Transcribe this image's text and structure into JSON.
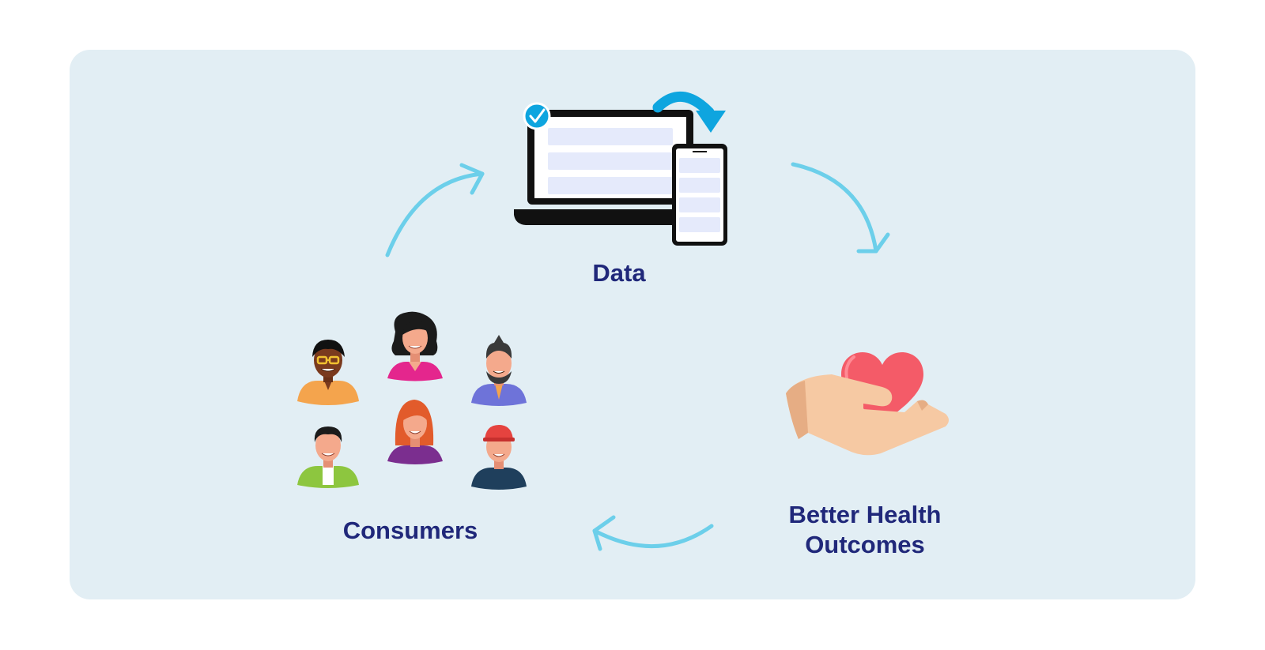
{
  "nodes": {
    "data": {
      "label": "Data",
      "icon": "laptop-phone-sync-icon"
    },
    "consumers": {
      "label": "Consumers",
      "icon": "people-group-icon"
    },
    "outcomes": {
      "label_line1": "Better Health",
      "label_line2": "Outcomes",
      "icon": "hand-holding-heart-icon"
    }
  },
  "colors": {
    "panel_bg": "#e2eef4",
    "label_text": "#20287a",
    "arrow": "#6ccfea",
    "sync_arrow": "#0ea5df",
    "heart": "#f45b68",
    "hand": "#f6c9a3"
  }
}
